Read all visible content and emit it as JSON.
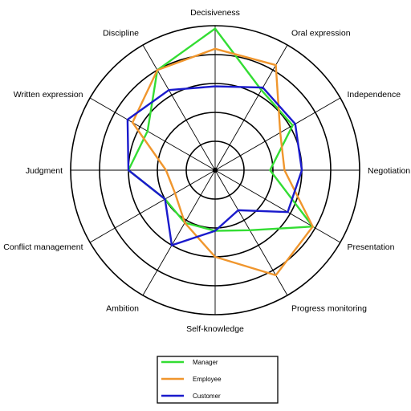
{
  "chart_data": {
    "type": "radar",
    "axes": [
      "Decisiveness",
      "Oral expression",
      "Independence",
      "Negotiation",
      "Presentation",
      "Progress monitoring",
      "Self-knowledge",
      "Ambition",
      "Conflict management",
      "Judgment",
      "Written expression",
      "Discipline"
    ],
    "rmax": 5,
    "rings": [
      1,
      2,
      3,
      4,
      5
    ],
    "series": [
      {
        "name": "Manager",
        "color": "#33dd33",
        "values": [
          4.9,
          3.2,
          3.1,
          1.9,
          3.9,
          2.4,
          2.1,
          2.1,
          2.0,
          3.0,
          2.7,
          4.0
        ]
      },
      {
        "name": "Employee",
        "color": "#f0962d",
        "values": [
          4.2,
          4.2,
          2.6,
          2.4,
          3.9,
          4.2,
          3.0,
          2.1,
          1.6,
          1.7,
          3.3,
          4.0
        ]
      },
      {
        "name": "Customer",
        "color": "#1a1acc",
        "values": [
          2.9,
          3.3,
          3.2,
          3.0,
          2.9,
          1.6,
          2.1,
          3.0,
          2.0,
          3.0,
          3.5,
          3.2
        ]
      }
    ],
    "legend_position": "bottom-center"
  }
}
